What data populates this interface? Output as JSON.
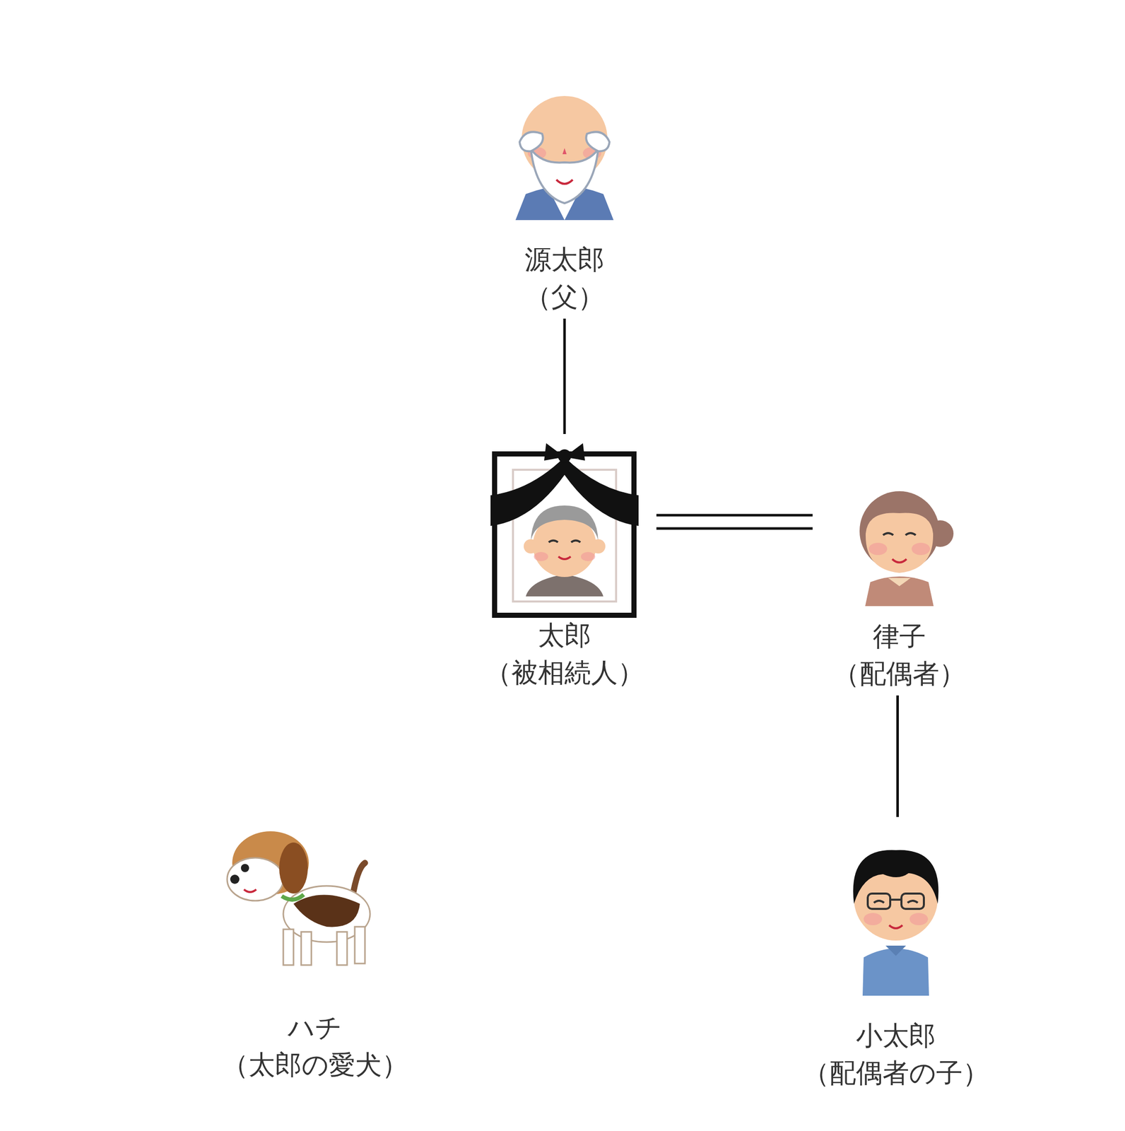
{
  "diagram": {
    "nodes": [
      {
        "text": [
          "源太郎",
          "（父）"
        ]
      },
      {
        "text": [
          "太郎",
          "（被相続人）"
        ]
      },
      {
        "text": [
          "律子",
          "（配偶者）"
        ]
      },
      {
        "text": [
          "ハチ",
          "（太郎の愛犬）"
        ]
      },
      {
        "text": [
          "小太郎",
          "（配偶者の子）"
        ]
      }
    ],
    "edges": [
      {
        "from": 0,
        "to": 1,
        "arrow": "none"
      },
      {
        "from": 1,
        "to": 2,
        "arrow": "none"
      },
      {
        "from": 2,
        "to": 4,
        "arrow": "none"
      }
    ]
  }
}
